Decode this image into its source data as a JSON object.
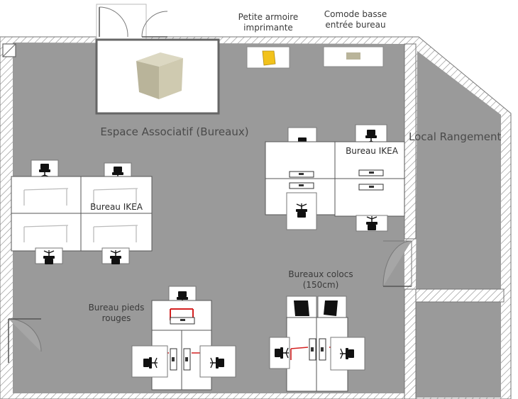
{
  "rooms": {
    "main": "Espace Associatif (Bureaux)",
    "storage": "Local Rangement"
  },
  "furniture_labels": {
    "printer_cabinet": "Petite armoire\nimprimante",
    "low_dresser": "Comode basse\nentrée bureau",
    "ikea_desk_right": "Bureau IKEA",
    "ikea_desk_left": "Bureau IKEA",
    "colocs_desks": "Bureaux colocs\n(150cm)",
    "red_leg_desk": "Bureau pieds\nrouges"
  },
  "colors": {
    "floor": "#9a9a9a",
    "wall": "#ffffff",
    "hatch": "#8a8a8a",
    "desk": "#ffffff",
    "accent_yellow": "#f2c21b",
    "accent_red": "#d42020",
    "chair": "#111111"
  }
}
